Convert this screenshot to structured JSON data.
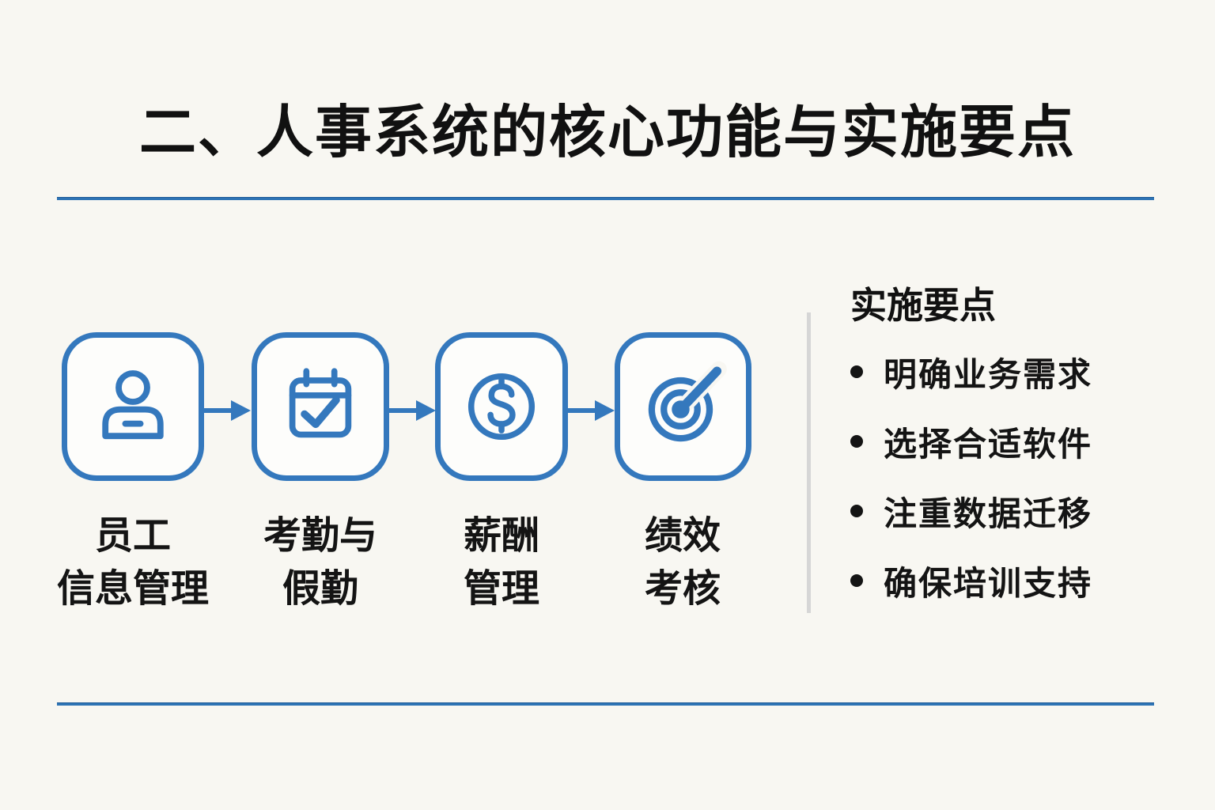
{
  "title": "二、人事系统的核心功能与实施要点",
  "colors": {
    "accent_blue": "#2e74b5",
    "icon_blue": "#3478bd",
    "divider_gray": "#d6d6d6",
    "text_black": "#161616",
    "background": "#f8f7f2"
  },
  "flow": {
    "steps": [
      {
        "icon": "user-icon",
        "label_line1": "员工",
        "label_line2": "信息管理"
      },
      {
        "icon": "calendar-check-icon",
        "label_line1": "考勤与",
        "label_line2": "假勤"
      },
      {
        "icon": "dollar-circle-icon",
        "label_line1": "薪酬",
        "label_line2": "管理"
      },
      {
        "icon": "target-icon",
        "label_line1": "绩效",
        "label_line2": "考核"
      }
    ],
    "arrow_icon": "arrow-right-icon"
  },
  "implementation_panel": {
    "heading": "实施要点",
    "bullets": [
      "明确业务需求",
      "选择合适软件",
      "注重数据迁移",
      "确保培训支持"
    ]
  }
}
